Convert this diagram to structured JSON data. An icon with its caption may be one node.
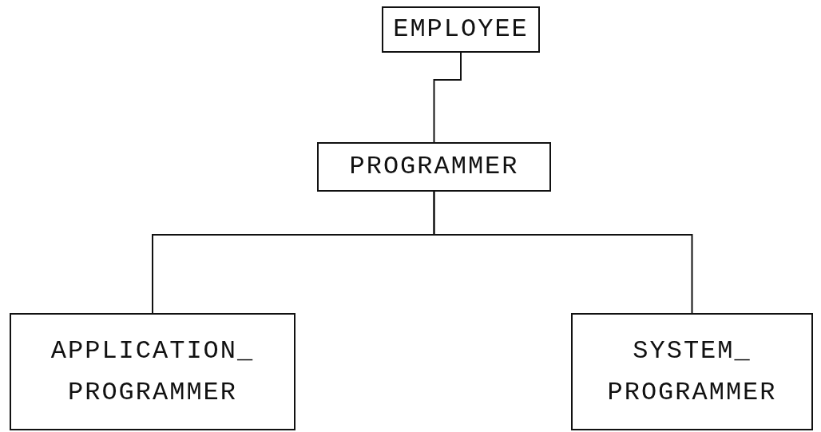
{
  "diagram": {
    "nodes": [
      {
        "text": [
          "EMPLOYEE"
        ]
      },
      {
        "text": [
          "PROGRAMMER"
        ]
      },
      {
        "text": [
          "APPLICATION_ PROGRAMMER"
        ]
      },
      {
        "text": [
          "SYSTEM_ PROGRAMMER"
        ]
      }
    ],
    "edges": [
      {
        "from": 0,
        "to": 1,
        "arrow": "none"
      },
      {
        "from": 1,
        "to": 2,
        "arrow": "none"
      },
      {
        "from": 1,
        "to": 3,
        "arrow": "none"
      }
    ]
  }
}
